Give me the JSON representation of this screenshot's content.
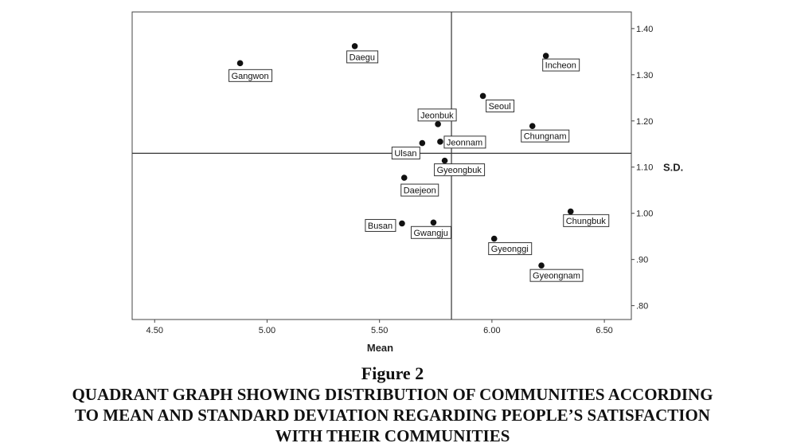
{
  "figure": {
    "number": "Figure 2",
    "caption_lines": [
      "QUADRANT GRAPH SHOWING DISTRIBUTION OF COMMUNITIES ACCORDING",
      "TO MEAN AND STANDARD DEVIATION REGARDING PEOPLE’S SATISFACTION",
      "WITH THEIR COMMUNITIES"
    ]
  },
  "chart_data": {
    "type": "scatter",
    "xlabel": "Mean",
    "ylabel": "S.D.",
    "xlim": [
      4.4,
      6.62
    ],
    "ylim": [
      0.77,
      1.436
    ],
    "x_ticks": [
      "4.50",
      "5.00",
      "5.50",
      "6.00",
      "6.50"
    ],
    "y_ticks": [
      ".80",
      ".90",
      "1.00",
      "1.10",
      "1.20",
      "1.30",
      "1.40"
    ],
    "reference_lines": {
      "x": 5.82,
      "y": 1.13
    },
    "grid": false,
    "points": [
      {
        "label": "Gangwon",
        "x": 4.88,
        "y": 1.325
      },
      {
        "label": "Daegu",
        "x": 5.39,
        "y": 1.362
      },
      {
        "label": "Incheon",
        "x": 6.24,
        "y": 1.341
      },
      {
        "label": "Seoul",
        "x": 5.96,
        "y": 1.254
      },
      {
        "label": "Jeonbuk",
        "x": 5.76,
        "y": 1.193
      },
      {
        "label": "Chungnam",
        "x": 6.18,
        "y": 1.189
      },
      {
        "label": "Jeonnam",
        "x": 5.77,
        "y": 1.155
      },
      {
        "label": "Ulsan",
        "x": 5.69,
        "y": 1.152
      },
      {
        "label": "Gyeongbuk",
        "x": 5.79,
        "y": 1.114
      },
      {
        "label": "Daejeon",
        "x": 5.61,
        "y": 1.077
      },
      {
        "label": "Chungbuk",
        "x": 6.35,
        "y": 1.004
      },
      {
        "label": "Busan",
        "x": 5.6,
        "y": 0.978
      },
      {
        "label": "Gwangju",
        "x": 5.74,
        "y": 0.98
      },
      {
        "label": "Gyeonggi",
        "x": 6.01,
        "y": 0.945
      },
      {
        "label": "Gyeongnam",
        "x": 6.22,
        "y": 0.887
      }
    ]
  }
}
